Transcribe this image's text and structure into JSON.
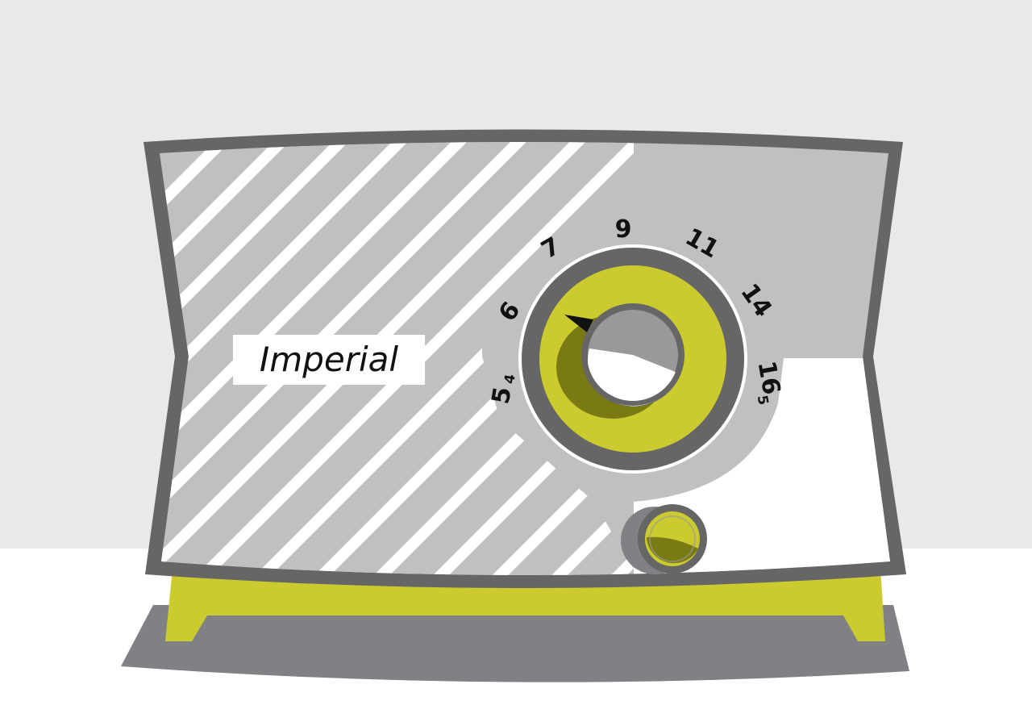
{
  "brand": {
    "name": "Imperial"
  },
  "dial": {
    "labels": [
      {
        "main": "5",
        "sub": "4"
      },
      {
        "main": "6",
        "sub": ""
      },
      {
        "main": "7",
        "sub": ""
      },
      {
        "main": "9",
        "sub": ""
      },
      {
        "main": "11",
        "sub": ""
      },
      {
        "main": "14",
        "sub": ""
      },
      {
        "main": "16",
        "sub": "5"
      }
    ]
  },
  "colors": {
    "wall": "#e8e9eb",
    "floor": "#ffffff",
    "frame": "#666666",
    "panel": "#c0c0c0",
    "stripe": "#ffffff",
    "accent": "#cbcb30",
    "accent_dark": "#7a7a14",
    "knob_gray": "#999999",
    "base": "#808184"
  },
  "icons": {
    "tuning_knob": "tuning-knob-icon",
    "volume_knob": "volume-knob-icon",
    "pointer": "dial-pointer-icon"
  }
}
